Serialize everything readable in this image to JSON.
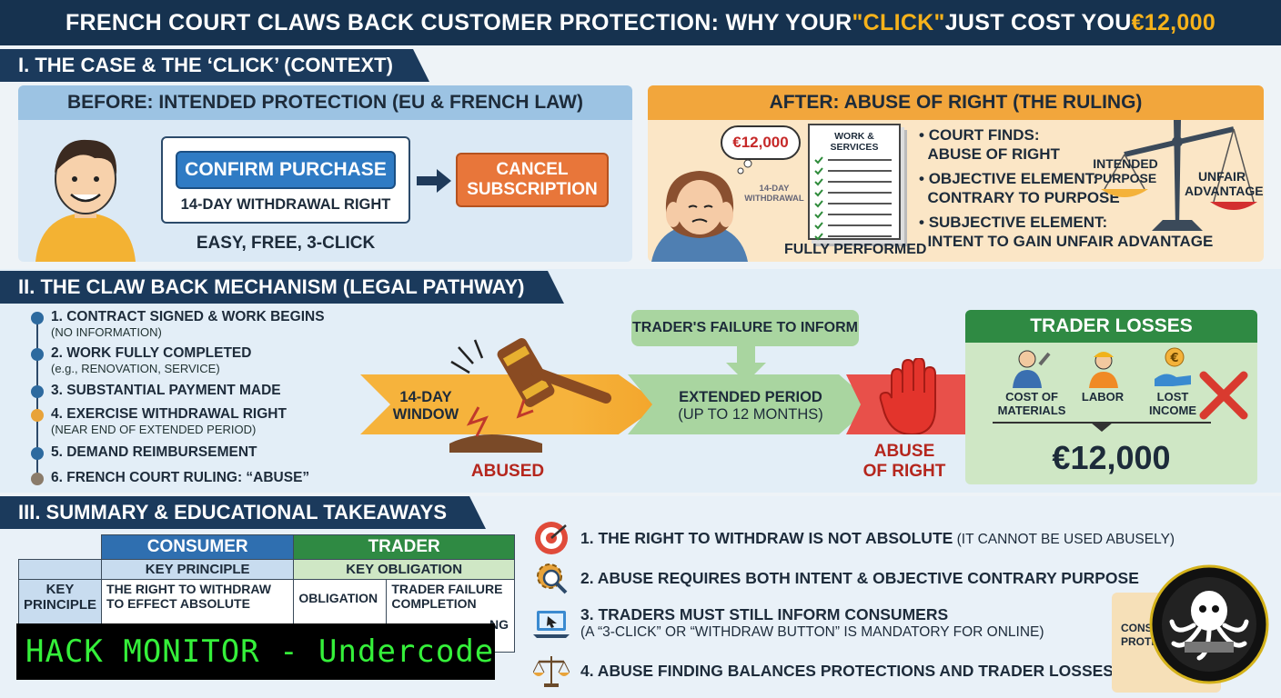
{
  "title": {
    "prefix": "FRENCH COURT CLAWS BACK CUSTOMER PROTECTION: WHY YOUR ",
    "click": "\"CLICK\"",
    "middle": " JUST COST YOU ",
    "amount": "€12,000"
  },
  "section1": {
    "heading": "I. THE CASE & THE ‘CLICK’ (CONTEXT)",
    "before": {
      "heading": "BEFORE: INTENDED PROTECTION (EU & FRENCH LAW)",
      "confirm": "CONFIRM PURCHASE",
      "withdrawal": "14-DAY WITHDRAWAL RIGHT",
      "cancel_l1": "CANCEL",
      "cancel_l2": "SUBSCRIPTION",
      "caption": "EASY, FREE, 3-CLICK"
    },
    "after": {
      "heading": "AFTER: ABUSE OF RIGHT (THE RULING)",
      "bubble": "€12,000",
      "doc_title": "WORK & SERVICES",
      "stamp_l1": "14-DAY",
      "stamp_l2": "WITHDRAWAL",
      "fully": "FULLY PERFORMED",
      "bullets": [
        [
          "COURT FINDS:",
          "ABUSE OF RIGHT"
        ],
        [
          "OBJECTIVE ELEMENT:",
          "CONTRARY TO PURPOSE"
        ],
        [
          "SUBJECTIVE ELEMENT:",
          "INTENT TO GAIN UNFAIR ADVANTAGE"
        ]
      ],
      "scale_left_l1": "INTENDED",
      "scale_left_l2": "PURPOSE",
      "scale_right_l1": "UNFAIR",
      "scale_right_l2": "ADVANTAGE"
    }
  },
  "section2": {
    "heading": "II. THE CLAW BACK MECHANISM (LEGAL PATHWAY)",
    "steps": [
      {
        "text": "1. CONTRACT SIGNED & WORK BEGINS",
        "sub": "(NO INFORMATION)",
        "color": "#2d6a9f"
      },
      {
        "text": "2. WORK FULLY COMPLETED",
        "sub": "(e.g., RENOVATION, SERVICE)",
        "color": "#2d6a9f"
      },
      {
        "text": "3. SUBSTANTIAL PAYMENT MADE",
        "sub": "",
        "color": "#2d6a9f"
      },
      {
        "text": "4. EXERCISE WITHDRAWAL RIGHT",
        "sub": "(NEAR END OF EXTENDED PERIOD)",
        "color": "#e8a33a"
      },
      {
        "text": "5. DEMAND REIMBURSEMENT",
        "sub": "",
        "color": "#2d6a9f"
      },
      {
        "text": "6. FRENCH COURT RULING: “ABUSE”",
        "sub": "",
        "color": "#8a7b6a"
      }
    ],
    "window_l1": "14-DAY",
    "window_l2": "WINDOW",
    "abused": "ABUSED",
    "failure": "TRADER'S FAILURE TO INFORM",
    "extended_l1": "EXTENDED PERIOD",
    "extended_l2": "(UP TO 12 MONTHS)",
    "abuse_l1": "ABUSE",
    "abuse_l2": "OF RIGHT",
    "losses": {
      "heading": "TRADER LOSSES",
      "items": [
        [
          "COST OF",
          "MATERIALS"
        ],
        [
          "LABOR",
          ""
        ],
        [
          "LOST",
          "INCOME"
        ]
      ],
      "total": "€12,000"
    }
  },
  "section3": {
    "heading": "III. SUMMARY & EDUCATIONAL TAKEAWAYS",
    "table": {
      "consumer": "CONSUMER",
      "trader": "TRADER",
      "key_principle": "KEY PRINCIPLE",
      "key_obligation": "KEY OBLIGATION",
      "row_label_l1": "KEY",
      "row_label_l2": "PRINCIPLE",
      "principle_l1": "THE RIGHT TO WITHDRAW",
      "principle_l2": "TO EFFECT ABSOLUTE",
      "obligation": "OBLIGATION",
      "failure_l1": "TRADER FAILURE",
      "failure_l2": "COMPLETION",
      "partial": "NG"
    },
    "takeaways": [
      {
        "main": "1. THE RIGHT TO WITHDRAW IS NOT ABSOLUTE",
        "note": " (IT CANNOT BE USED ABUSELY)",
        "sub": ""
      },
      {
        "main": "2. ABUSE REQUIRES BOTH INTENT & OBJECTIVE CONTRARY PURPOSE",
        "note": "",
        "sub": ""
      },
      {
        "main": "3. TRADERS MUST STILL INFORM CONSUMERS",
        "note": "",
        "sub": "(A “3-CLICK” OR “WITHDRAW BUTTON” IS MANDATORY FOR ONLINE)"
      },
      {
        "main": "4. ABUSE FINDING BALANCES PROTECTIONS AND TRADER LOSSES",
        "note": "",
        "sub": ""
      }
    ],
    "partial_l1": "CONS",
    "partial_l2": "PROTE"
  },
  "watermark": "HACK MONITOR - Undercode"
}
